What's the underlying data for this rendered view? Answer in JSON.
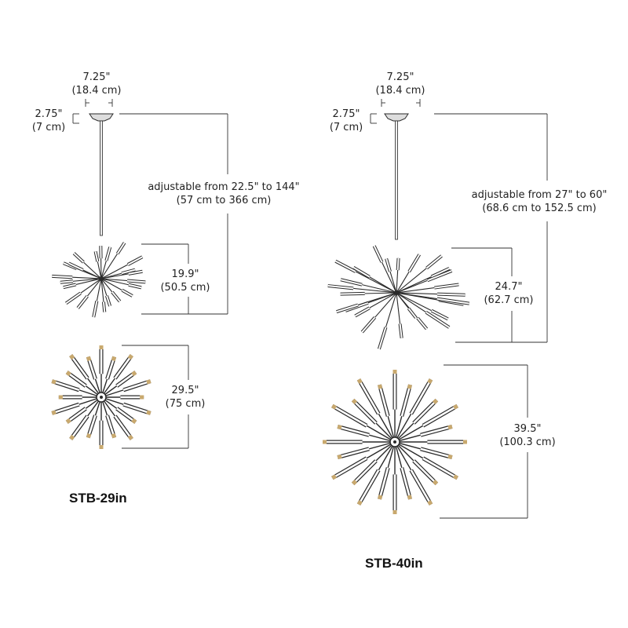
{
  "left": {
    "model": "STB-29in",
    "canopy_width": "7.25\"",
    "canopy_width_cm": "(18.4 cm)",
    "canopy_height": "2.75\"",
    "canopy_height_cm": "(7 cm)",
    "adjustable": "adjustable from 22.5\" to 144\"",
    "adjustable_cm": "(57 cm to 366 cm)",
    "body_height": "19.9\"",
    "body_height_cm": "(50.5 cm)",
    "diameter": "29.5\"",
    "diameter_cm": "(75 cm)"
  },
  "right": {
    "model": "STB-40in",
    "canopy_width": "7.25\"",
    "canopy_width_cm": "(18.4 cm)",
    "canopy_height": "2.75\"",
    "canopy_height_cm": "(7 cm)",
    "adjustable": "adjustable from 27\" to 60\"",
    "adjustable_cm": "(68.6 cm to 152.5 cm)",
    "body_height": "24.7\"",
    "body_height_cm": "(62.7 cm)",
    "diameter": "39.5\"",
    "diameter_cm": "(100.3 cm)"
  },
  "colors": {
    "line": "#333333",
    "fixture": "#2a2a2a",
    "accent": "#c9a96e"
  }
}
